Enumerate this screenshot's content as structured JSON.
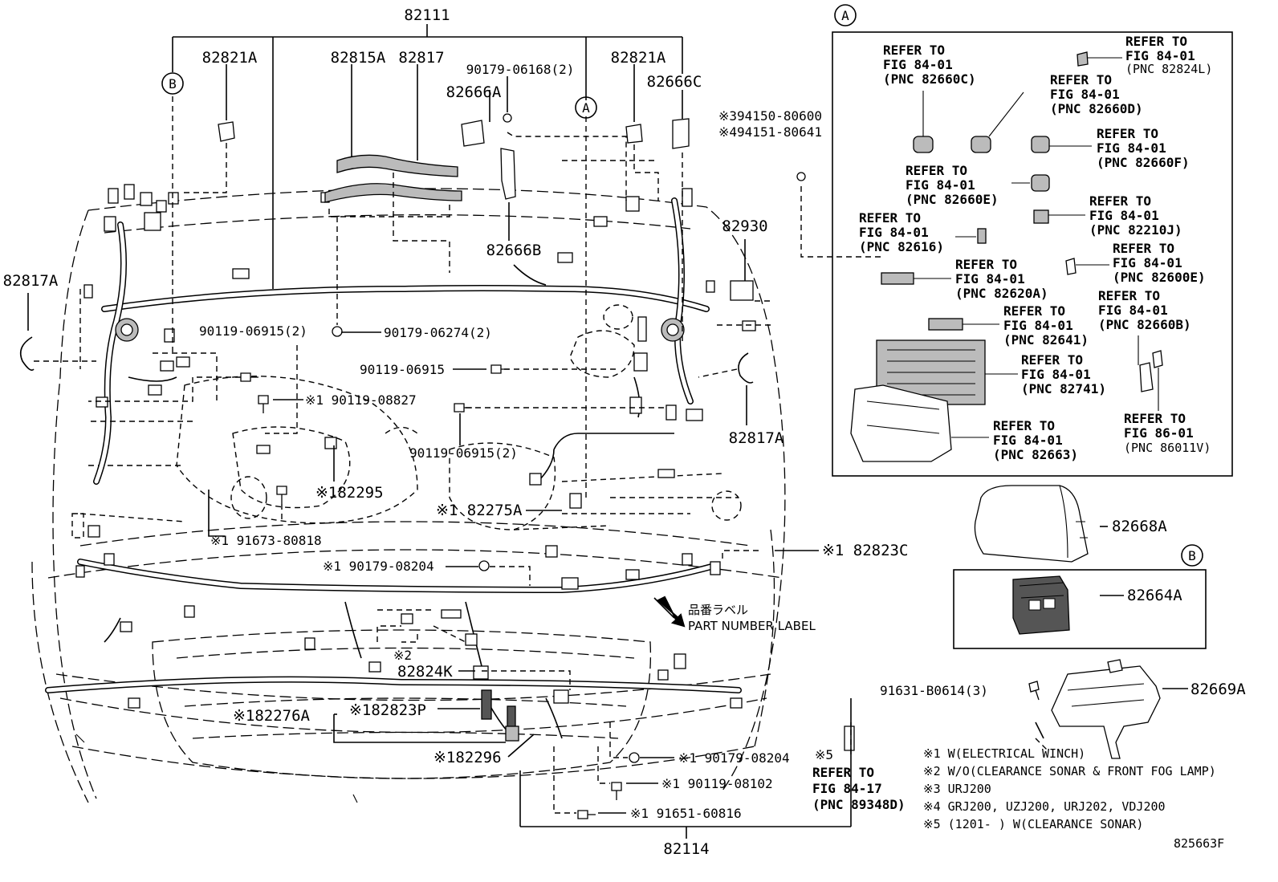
{
  "diagram": {
    "top_parts": {
      "p82111": "82111",
      "p82821A_l": "82821A",
      "p82815A": "82815A",
      "p82817": "82817",
      "p90179_06168": "90179-06168(2)",
      "p82666A": "82666A",
      "p82821A_r": "82821A",
      "p82666C": "82666C",
      "p82666B": "82666B",
      "p82930": "82930",
      "p82817A_l": "82817A",
      "p82817A_r": "82817A",
      "p94150": "※394150-80600",
      "p94151": "※494151-80641"
    },
    "middle_parts": {
      "p90119_06915_2a": "90119-06915(2)",
      "p90179_06274": "90179-06274(2)",
      "p90119_06915": "90119-06915",
      "p90119_08827": "※1 90119-08827",
      "p90119_06915_2b": "90119-06915(2)",
      "p82295": "※182295",
      "p82275A": "※1 82275A",
      "p91673": "※1 91673-80818",
      "p90179_08204a": "※1 90179-08204",
      "p82823C": "※1 82823C",
      "label_jp": "品番ラベル",
      "label_en": "PART NUMBER LABEL",
      "note2": "※2"
    },
    "bottom_parts": {
      "p82824K": "82824K",
      "p82823P": "※182823P",
      "p82276A": "※182276A",
      "p82296": "※182296",
      "p90179_08204b": "※1 90179-08204",
      "p90119_08102": "※1 90119-08102",
      "p91651": "※1 91651-60816",
      "p82114": "82114",
      "note5": "※5",
      "ref_fig84_17": [
        "REFER TO",
        "FIG 84-17",
        "(PNC 89348D)"
      ]
    },
    "callouts": {
      "a": "A",
      "b": "B"
    },
    "detail_a": {
      "refs": [
        [
          "REFER TO",
          "FIG 84-01",
          "(PNC 82660C)"
        ],
        [
          "REFER TO",
          "FIG 84-01",
          "(PNC 82824L)"
        ],
        [
          "REFER TO",
          "FIG 84-01",
          "(PNC 82660D)"
        ],
        [
          "REFER TO",
          "FIG 84-01",
          "(PNC 82660F)"
        ],
        [
          "REFER TO",
          "FIG 84-01",
          "(PNC 82660E)"
        ],
        [
          "REFER TO",
          "FIG 84-01",
          "(PNC 82210J)"
        ],
        [
          "REFER TO",
          "FIG 84-01",
          "(PNC 82616)"
        ],
        [
          "REFER TO",
          "FIG 84-01",
          "(PNC 82600E)"
        ],
        [
          "REFER TO",
          "FIG 84-01",
          "(PNC 82620A)"
        ],
        [
          "REFER TO",
          "FIG 84-01",
          "(PNC 82660B)"
        ],
        [
          "REFER TO",
          "FIG 84-01",
          "(PNC 82641)"
        ],
        [
          "REFER TO",
          "FIG 84-01",
          "(PNC 82741)"
        ],
        [
          "REFER TO",
          "FIG 86-01",
          "(PNC 86011V)"
        ],
        [
          "REFER TO",
          "FIG 84-01",
          "(PNC 82663)"
        ]
      ]
    },
    "right_parts": {
      "p82668A": "82668A",
      "p82664A": "82664A",
      "p91631": "91631-B0614(3)",
      "p82669A": "82669A"
    },
    "notes": [
      "※1 W(ELECTRICAL WINCH)",
      "※2 W/O(CLEARANCE SONAR & FRONT FOG LAMP)",
      "※3 URJ200",
      "※4 GRJ200, UZJ200, URJ202, VDJ200",
      "※5 (1201-      ) W(CLEARANCE SONAR)"
    ],
    "figure_id": "825663F"
  }
}
